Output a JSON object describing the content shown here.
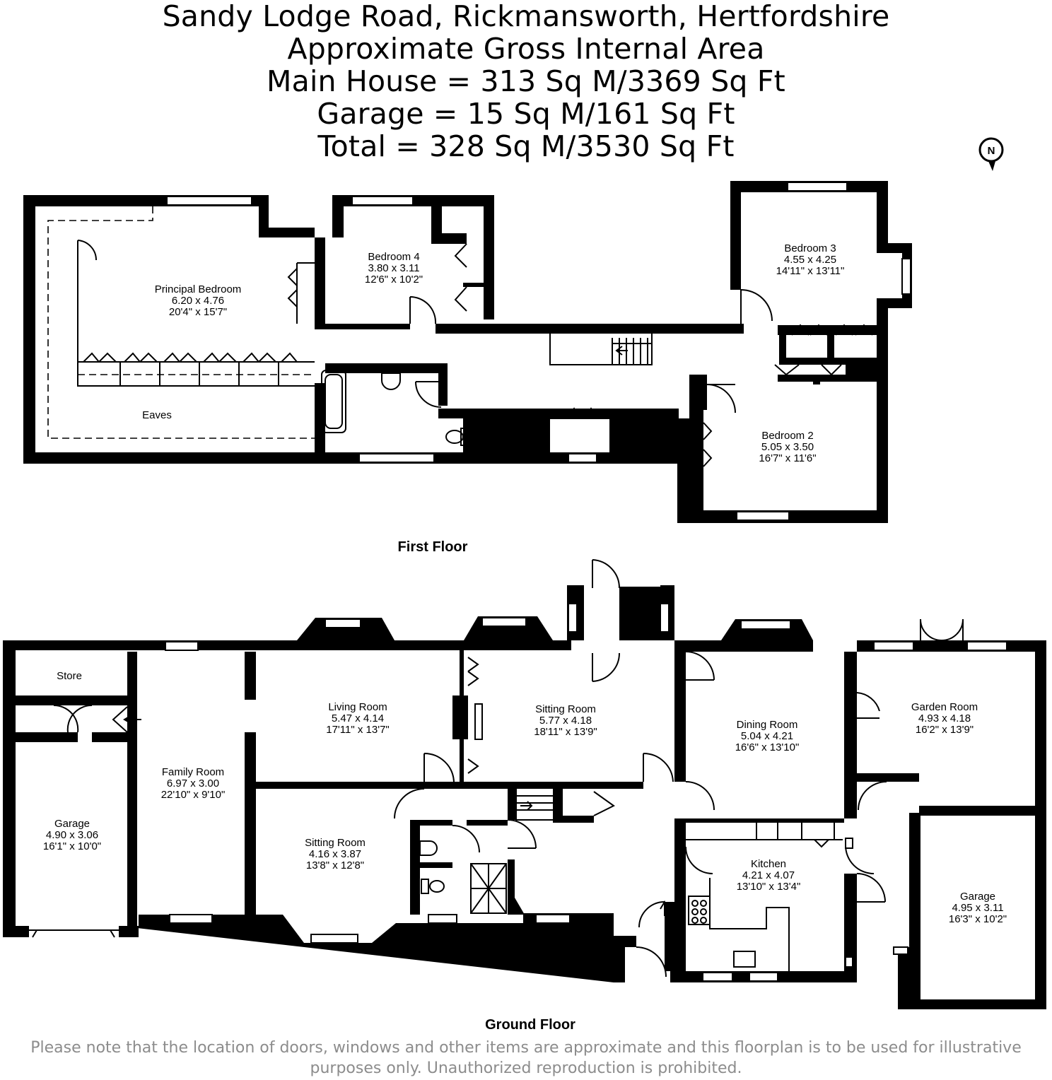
{
  "header": {
    "address": "Sandy Lodge Road, Rickmansworth, Hertfordshire",
    "area_title": "Approximate Gross Internal Area",
    "main_house": "Main House = 313 Sq M/3369 Sq Ft",
    "garage": "Garage = 15 Sq M/161 Sq Ft",
    "total": "Total = 328 Sq M/3530 Sq Ft"
  },
  "compass": {
    "label": "N"
  },
  "first_floor": {
    "label": "First Floor",
    "rooms": [
      {
        "name": "Principal Bedroom",
        "metric": "6.20 x 4.76",
        "imperial": "20'4\" x 15'7\""
      },
      {
        "name": "Bedroom 4",
        "metric": "3.80 x 3.11",
        "imperial": "12'6\" x 10'2\""
      },
      {
        "name": "Bedroom 3",
        "metric": "4.55 x 4.25",
        "imperial": "14'11\" x 13'11\""
      },
      {
        "name": "Bedroom 2",
        "metric": "5.05 x 3.50",
        "imperial": "16'7\" x 11'6\""
      }
    ],
    "eaves": "Eaves"
  },
  "ground_floor": {
    "label": "Ground Floor",
    "store": "Store",
    "rooms": [
      {
        "name": "Garage",
        "metric": "4.90 x 3.06",
        "imperial": "16'1\" x 10'0\""
      },
      {
        "name": "Family Room",
        "metric": "6.97 x 3.00",
        "imperial": "22'10\" x 9'10\""
      },
      {
        "name": "Living Room",
        "metric": "5.47 x 4.14",
        "imperial": "17'11\" x 13'7\""
      },
      {
        "name": "Sitting Room",
        "metric": "4.16 x 3.87",
        "imperial": "13'8\" x 12'8\""
      },
      {
        "name": "Sitting Room",
        "metric": "5.77 x 4.18",
        "imperial": "18'11\" x 13'9\""
      },
      {
        "name": "Dining Room",
        "metric": "5.04 x 4.21",
        "imperial": "16'6\" x 13'10\""
      },
      {
        "name": "Kitchen",
        "metric": "4.21 x 4.07",
        "imperial": "13'10\" x 13'4\""
      },
      {
        "name": "Garden Room",
        "metric": "4.93 x 4.18",
        "imperial": "16'2\" x 13'9\""
      },
      {
        "name": "Garage",
        "metric": "4.95 x 3.11",
        "imperial": "16'3\" x 10'2\""
      }
    ]
  },
  "footer": {
    "line1": "Please note that the location of doors, windows and other items are approximate and this floorplan is to be used for illustrative",
    "line2": "purposes only. Unauthorized reproduction is prohibited."
  }
}
